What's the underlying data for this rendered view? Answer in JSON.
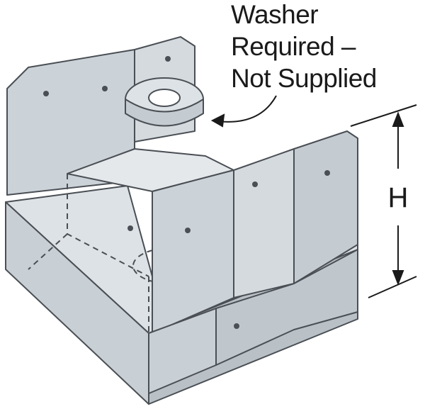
{
  "callout": {
    "line1": "Washer",
    "line2": "Required –",
    "line3": "Not Supplied"
  },
  "dimension": {
    "label": "H"
  },
  "colors": {
    "metal": "#ccd3d8",
    "metal_light": "#dde2e6",
    "metal_dark": "#aeb6bd",
    "outline": "#4a4f55",
    "text": "#1a1a1a"
  }
}
